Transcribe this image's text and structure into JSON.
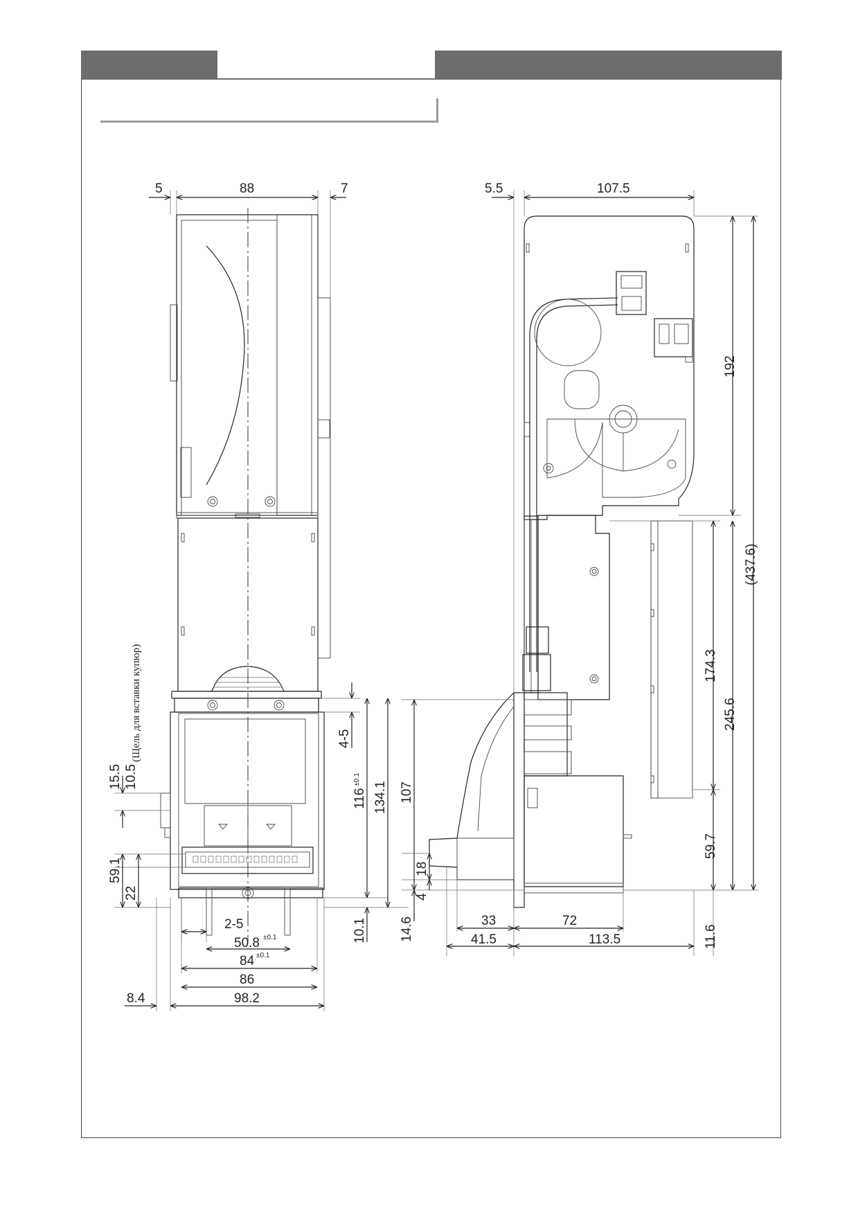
{
  "header": {
    "tab_label": "",
    "section_title": ""
  },
  "front_view": {
    "slot_note": "(Щель для вставки купюр)",
    "dims": {
      "left_margin": "5",
      "body_width": "88",
      "right_margin": "7",
      "d_15_5": "15.5",
      "d_10_5": "10.5",
      "d_59_1": "59.1",
      "d_22": "22",
      "d_4_5": "4-5",
      "d_116": "116",
      "d_116_tol": "±0.1",
      "d_134_1": "134.1",
      "d_10_1": "10.1",
      "d_2_5": "2-5",
      "d_50_8": "50.8",
      "d_50_8_tol": "±0.1",
      "d_84": "84",
      "d_84_tol": "±0.1",
      "d_86": "86",
      "d_98_2": "98.2",
      "d_8_4": "8.4"
    }
  },
  "side_view": {
    "dims": {
      "d_5_5": "5.5",
      "d_107_5": "107.5",
      "d_192": "192",
      "d_437_6": "(437.6)",
      "d_174_3": "174.3",
      "d_245_6": "245.6",
      "d_59_7": "59.7",
      "d_107": "107",
      "d_18": "18",
      "d_4": "4",
      "d_14_6": "14.6",
      "d_33": "33",
      "d_41_5": "41.5",
      "d_72": "72",
      "d_113_5": "113.5",
      "d_11_6": "11.6"
    }
  }
}
